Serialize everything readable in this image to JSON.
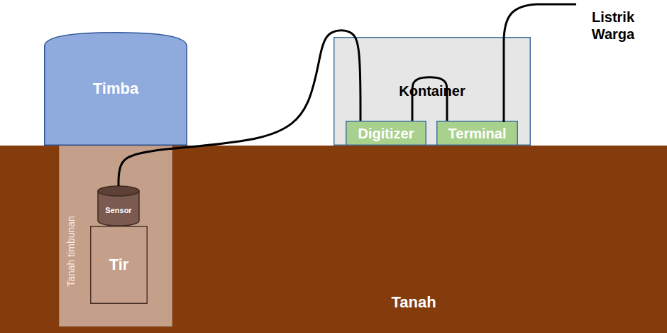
{
  "diagram": {
    "nodes": [
      {
        "text": [
          "Timba"
        ]
      },
      {
        "text": [
          "Kontainer"
        ]
      },
      {
        "text": [
          "Digitizer"
        ],
        "in": 1
      },
      {
        "text": [
          "Terminal"
        ],
        "in": 1
      },
      {
        "text": [
          "Tanah"
        ]
      },
      {
        "text": [
          "Tanah timbunan"
        ],
        "in": 4
      },
      {
        "text": [
          "Sensor"
        ],
        "in": 5
      },
      {
        "text": [
          "Tir"
        ],
        "in": 5
      }
    ],
    "edges": [
      {
        "from": 6,
        "to": 2,
        "arrow": "none"
      },
      {
        "from": 2,
        "to": 3,
        "arrow": "none"
      }
    ],
    "labels": [
      "Listrik Warga"
    ]
  }
}
